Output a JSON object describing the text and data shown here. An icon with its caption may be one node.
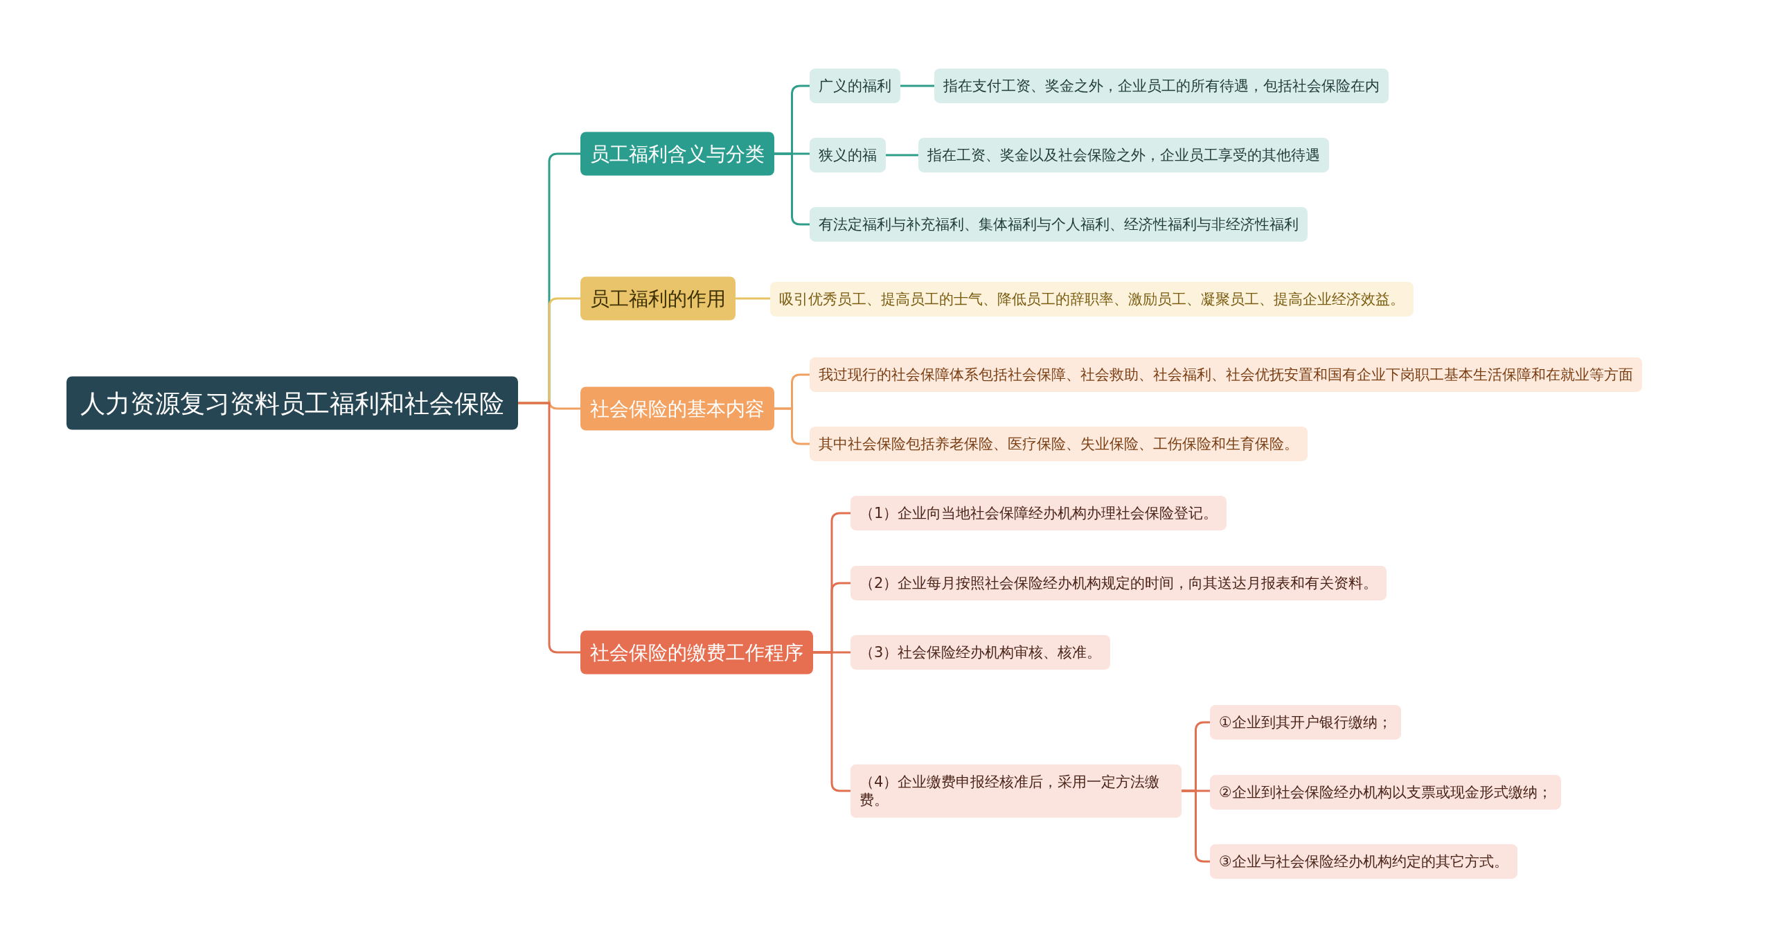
{
  "diagram": {
    "nodes": [
      {
        "text": [
          "人力资源复习资料员工福利和社会保险"
        ]
      },
      {
        "text": [
          "员工福利含义与分类"
        ]
      },
      {
        "text": [
          "广义的福利"
        ]
      },
      {
        "text": [
          "指在支付工资、奖金之外，企业员工的所有待遇，包括社会保险在内"
        ]
      },
      {
        "text": [
          "狭义的福"
        ]
      },
      {
        "text": [
          "指在工资、奖金以及社会保险之外，企业员工享受的其他待遇"
        ]
      },
      {
        "text": [
          "有法定福利与补充福利、集体福利与个人福利、经济性福利与非经济性福利"
        ]
      },
      {
        "text": [
          "员工福利的作用"
        ]
      },
      {
        "text": [
          "吸引优秀员工、提高员工的士气、降低员工的辞职率、激励员工、凝聚员工、提高企业经济效益。"
        ]
      },
      {
        "text": [
          "社会保险的基本内容"
        ]
      },
      {
        "text": [
          "我过现行的社会保障体系包括社会保障、社会救助、社会福利、社会优抚安置和国有企业下岗职工基本生活保障和在就业等方面"
        ]
      },
      {
        "text": [
          "其中社会保险包括养老保险、医疗保险、失业保险、工伤保险和生育保险。"
        ]
      },
      {
        "text": [
          "社会保险的缴费工作程序"
        ]
      },
      {
        "text": [
          "（1）企业向当地社会保障经办机构办理社会保险登记。"
        ]
      },
      {
        "text": [
          "（2）企业每月按照社会保险经办机构规定的时间，向其送达月报表和有关资料。"
        ]
      },
      {
        "text": [
          "（3）社会保险经办机构审核、核准。"
        ]
      },
      {
        "text": [
          "（4）企业缴费申报经核准后，采用一定方法缴费。"
        ]
      },
      {
        "text": [
          "①企业到其开户银行缴纳；"
        ]
      },
      {
        "text": [
          "②企业到社会保险经办机构以支票或现金形式缴纳；"
        ]
      },
      {
        "text": [
          "③企业与社会保险经办机构约定的其它方式。"
        ]
      }
    ],
    "edges": [
      {
        "from": 0,
        "to": 1,
        "arrow": "none",
        "color": "#2e9e8a"
      },
      {
        "from": 0,
        "to": 7,
        "arrow": "none",
        "color": "#e8c364"
      },
      {
        "from": 0,
        "to": 9,
        "arrow": "none",
        "color": "#f0a060"
      },
      {
        "from": 0,
        "to": 12,
        "arrow": "none"
      },
      {
        "from": 1,
        "to": 2,
        "arrow": "none",
        "color": "#2e9e8a"
      },
      {
        "from": 1,
        "to": 4,
        "arrow": "none",
        "color": "#2e9e8a"
      },
      {
        "from": 1,
        "to": 6,
        "arrow": "none",
        "color": "#2e9e8a"
      },
      {
        "from": 2,
        "to": 3,
        "arrow": "none",
        "color": "#2e9e8a"
      },
      {
        "from": 4,
        "to": 5,
        "arrow": "none",
        "color": "#2e9e8a"
      },
      {
        "from": 7,
        "to": 8,
        "arrow": "none",
        "color": "#e8c364"
      },
      {
        "from": 9,
        "to": 10,
        "arrow": "none",
        "color": "#f0a060"
      },
      {
        "from": 9,
        "to": 11,
        "arrow": "none",
        "color": "#f0a060"
      },
      {
        "from": 12,
        "to": 13,
        "arrow": "none"
      },
      {
        "from": 12,
        "to": 14,
        "arrow": "none"
      },
      {
        "from": 12,
        "to": 15,
        "arrow": "none"
      },
      {
        "from": 12,
        "to": 16,
        "arrow": "none"
      },
      {
        "from": 16,
        "to": 17,
        "arrow": "none"
      },
      {
        "from": 16,
        "to": 18,
        "arrow": "none"
      },
      {
        "from": 16,
        "to": 19,
        "arrow": "none"
      }
    ]
  }
}
